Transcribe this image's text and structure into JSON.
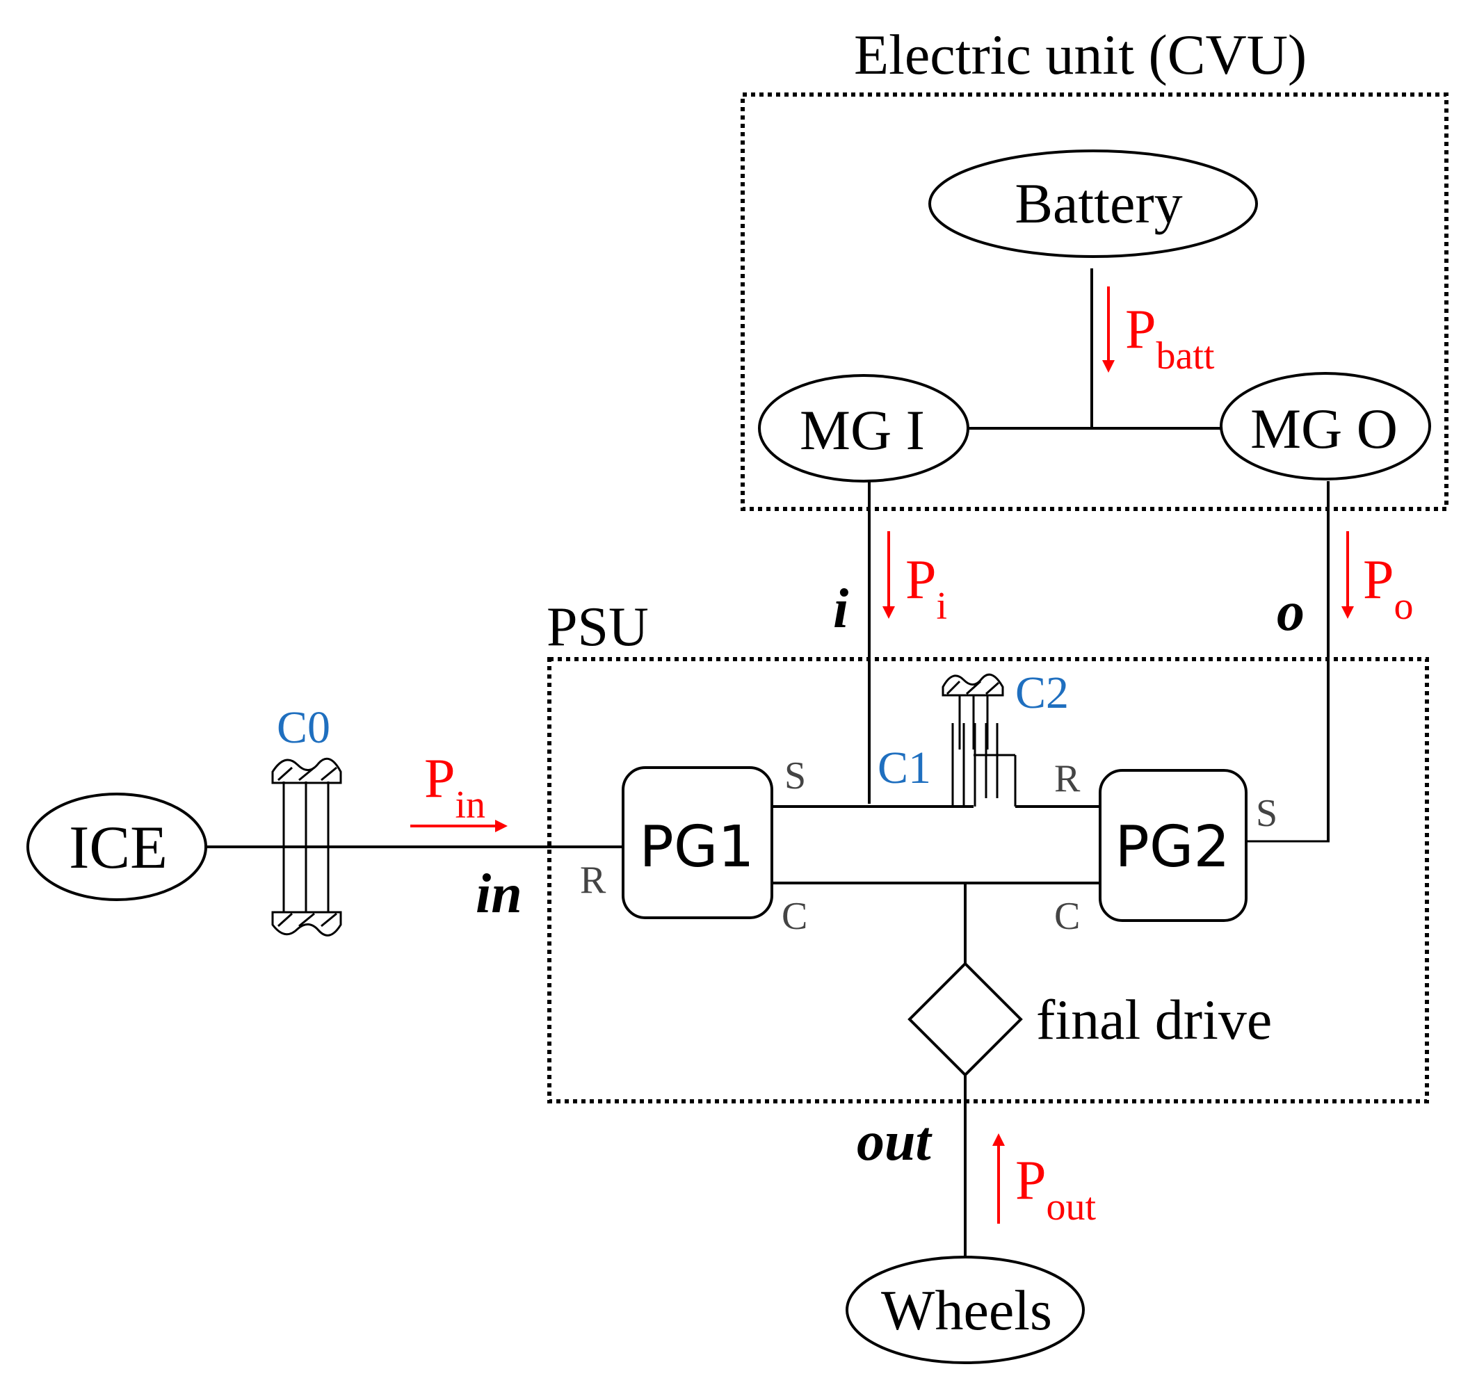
{
  "colors": {
    "power": "#ff0000",
    "clutch": "#1f6fbf",
    "port": "#444444",
    "line": "#000000"
  },
  "groups": {
    "cvu": "Electric unit (CVU)",
    "psu": "PSU"
  },
  "nodes": {
    "battery": "Battery",
    "mg_i": "MG I",
    "mg_o": "MG O",
    "ice": "ICE",
    "pg1": "PG1",
    "pg2": "PG2",
    "final_drive": "final drive",
    "wheels": "Wheels"
  },
  "clutches": {
    "c0": "C0",
    "c1": "C1",
    "c2": "C2"
  },
  "shafts": {
    "in": "in",
    "i": "i",
    "o": "o",
    "out": "out"
  },
  "ports": {
    "pg1_s": "S",
    "pg1_r": "R",
    "pg1_c": "C",
    "pg2_r": "R",
    "pg2_s": "S",
    "pg2_c": "C"
  },
  "powers": {
    "batt": {
      "base": "P",
      "sub": "batt"
    },
    "i": {
      "base": "P",
      "sub": "i"
    },
    "o": {
      "base": "P",
      "sub": "o"
    },
    "in": {
      "base": "P",
      "sub": "in"
    },
    "out": {
      "base": "P",
      "sub": "out"
    }
  }
}
